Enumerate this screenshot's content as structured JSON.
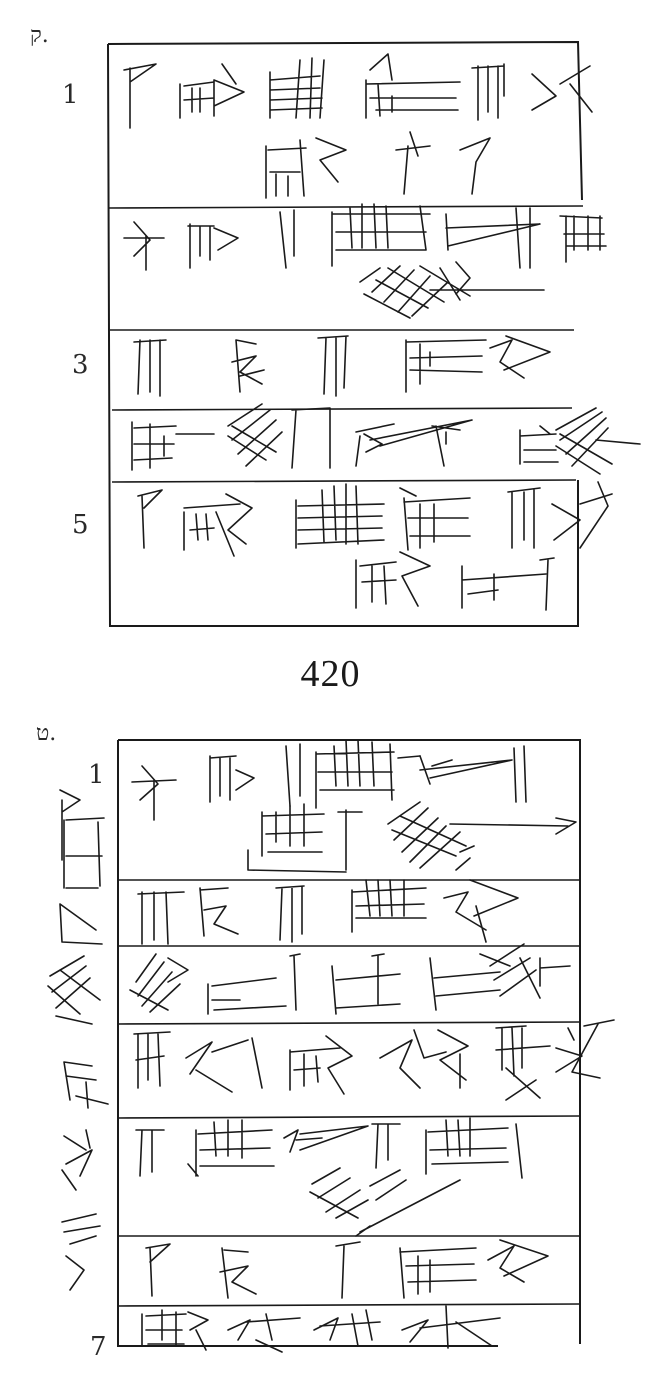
{
  "upper_copy": {
    "side_mark": "ק.",
    "line_numbers": [
      "1",
      "3",
      "5"
    ],
    "row_count": 5
  },
  "page_number": "420",
  "lower_copy": {
    "side_mark": "ט.",
    "line_numbers": [
      "1",
      "7"
    ],
    "row_count": 7
  }
}
